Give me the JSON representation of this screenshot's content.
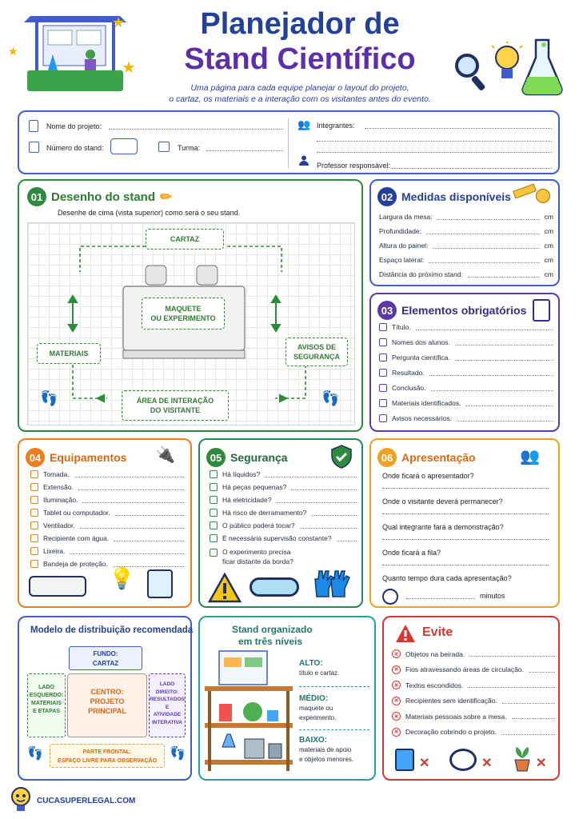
{
  "header": {
    "title_line1": "Planejador de",
    "title_line2": "Stand Científico",
    "subtitle_line1": "Uma página para cada equipe planejar o layout do projeto,",
    "subtitle_line2": "o cartaz, os materiais e a interação com os visitantes antes do evento."
  },
  "info": {
    "project_name": "Nome do projeto:",
    "stand_number": "Número do stand:",
    "class": "Turma:",
    "members": "Integrantes:",
    "teacher": "Professor responsável:"
  },
  "s01": {
    "num": "01",
    "title": "Desenho do stand",
    "instruction": "Desenhe de cima (vista superior) como será o seu stand.",
    "poster": "CARTAZ",
    "model_line1": "MAQUETE",
    "model_line2": "OU EXPERIMENTO",
    "materials": "MATERIAIS",
    "safety_line1": "AVISOS DE",
    "safety_line2": "SEGURANÇA",
    "area_line1": "ÁREA DE INTERAÇÃO",
    "area_line2": "DO VISITANTE"
  },
  "s02": {
    "num": "02",
    "title": "Medidas disponíveis",
    "unit": "cm",
    "rows": [
      "Largura da mesa:",
      "Profundidade:",
      "Altura do painel:",
      "Espaço lateral:",
      "Distância do próximo stand:"
    ]
  },
  "s03": {
    "num": "03",
    "title": "Elementos obrigatórios",
    "items": [
      "Título.",
      "Nomes dos alunos.",
      "Pergunta científica.",
      "Resultado.",
      "Conclusão.",
      "Materiais identificados.",
      "Avisos necessários."
    ]
  },
  "s04": {
    "num": "04",
    "title": "Equipamentos",
    "items": [
      "Tomada.",
      "Extensão.",
      "Iluminação.",
      "Tablet ou computador.",
      "Ventilador.",
      "Recipiente com água.",
      "Lixeira.",
      "Bandeja de proteção."
    ]
  },
  "s05": {
    "num": "05",
    "title": "Segurança",
    "items": [
      "Há líquidos?",
      "Há peças pequenas?",
      "Há eletricidade?",
      "Há risco de derramamento?",
      "O público poderá tocar?",
      "É necessária supervisão constante?"
    ],
    "last_line1": "O experimento precisa",
    "last_line2": "ficar distante da borda?"
  },
  "s06": {
    "num": "06",
    "title": "Apresentação",
    "questions": [
      "Onde ficará o apresentador?",
      "Onde o visitante deverá permanecer?",
      "Qual integrante fará a demonstração?",
      "Onde ficará a fila?",
      "Quanto tempo dura cada apresentação?"
    ],
    "minutes": "minutos"
  },
  "model": {
    "title": "Modelo de distribuição recomendada",
    "back_line1": "FUNDO:",
    "back_line2": "CARTAZ",
    "left_line1": "LADO",
    "left_line2": "ESQUERDO:",
    "left_line3": "MATERIAIS",
    "left_line4": "E ETAPAS",
    "center_line1": "CENTRO:",
    "center_line2": "PROJETO",
    "center_line3": "PRINCIPAL",
    "right_line1": "LADO",
    "right_line2": "DIREITO:",
    "right_line3": "RESULTADOS E",
    "right_line4": "ATIVIDADE",
    "right_line5": "INTERATIVA",
    "front_line1": "PARTE FRONTAL:",
    "front_line2": "ESPAÇO LIVRE PARA OBSERVAÇÃO"
  },
  "levels": {
    "title_line1": "Stand organizado",
    "title_line2": "em três níveis",
    "high": "ALTO:",
    "high_desc": "título e cartaz.",
    "mid": "MÉDIO:",
    "mid_desc1": "maquete ou",
    "mid_desc2": "experimento.",
    "low": "BAIXO:",
    "low_desc1": "materiais de apoio",
    "low_desc2": "e objetos menores."
  },
  "avoid": {
    "title": "Evite",
    "items": [
      "Objetos na beirada.",
      "Fios atravessando áreas de circulação.",
      "Textos escondidos.",
      "Recipientes sem identificação.",
      "Materiais pessoais sobre a mesa.",
      "Decoração cobrindo o projeto."
    ]
  },
  "footer": {
    "brand": "CUCASUPERLEGAL.COM"
  },
  "colors": {
    "blue": "#2b3a9c",
    "purple": "#5b3aa8",
    "green": "#2e8b3d",
    "navy": "#23419a",
    "orange": "#f07c1a",
    "teal": "#1f8a5a",
    "yellow": "#f0a020",
    "red": "#d9362f"
  }
}
